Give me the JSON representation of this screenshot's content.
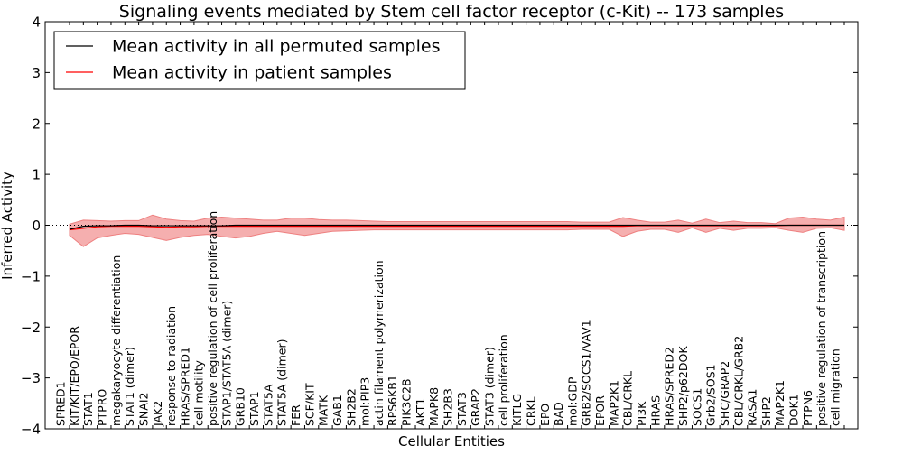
{
  "chart_data": {
    "type": "line",
    "title": "Signaling events mediated by Stem cell factor receptor (c-Kit) -- 173 samples",
    "xlabel": "Cellular Entities",
    "ylabel": "Inferred Activity",
    "ylim": [
      -4,
      4
    ],
    "yticks": [
      -4,
      -3,
      -2,
      -1,
      0,
      1,
      2,
      3,
      4
    ],
    "ytick_labels": [
      "−4",
      "−3",
      "−2",
      "−1",
      "0",
      "1",
      "2",
      "3",
      "4"
    ],
    "grid": false,
    "legend_position": "top-left",
    "categories": [
      "SPRED1",
      "KIT/KIT/EPO/EPOR",
      "STAT1",
      "PTPRO",
      "megakaryocyte differentiation",
      "STAT1 (dimer)",
      "SNAI2",
      "JAK2",
      "response to radiation",
      "HRAS/SPRED1",
      "cell motility",
      "positive regulation of cell proliferation",
      "STAP1/STAT5A (dimer)",
      "GRB10",
      "STAP1",
      "STAT5A",
      "STAT5A (dimer)",
      "FER",
      "SCF/KIT",
      "MATK",
      "GAB1",
      "SH2B2",
      "mol:PIP3",
      "actin filament polymerization",
      "RPS6KB1",
      "PIK3C2B",
      "AKT1",
      "MAPK8",
      "SH2B3",
      "STAT3",
      "GRAP2",
      "STAT3 (dimer)",
      "cell proliferation",
      "KITLG",
      "CRKL",
      "EPO",
      "BAD",
      "mol:GDP",
      "GRB2/SOCS1/VAV1",
      "EPOR",
      "MAP2K1",
      "CBL/CRKL",
      "PI3K",
      "HRAS",
      "HRAS/SPRED2",
      "SHP2/p62DOK",
      "SOCS1",
      "Grb2/SOS1",
      "SHC/GRAP2",
      "CBL/CRKL/GRB2",
      "RASA1",
      "SHP2",
      "MAP2K1",
      "DOK1",
      "PTPN6",
      "positive regulation of transcription",
      "cell migration"
    ],
    "series": [
      {
        "name": "Mean activity in all permuted samples",
        "color": "#000000",
        "values": [
          -0.08,
          -0.02,
          -0.01,
          -0.01,
          0,
          0,
          -0.01,
          -0.01,
          -0.01,
          -0.01,
          -0.01,
          -0.01,
          0,
          0,
          0,
          0,
          0,
          0,
          0,
          0,
          0,
          0,
          0,
          0,
          0,
          0,
          0,
          0,
          0,
          0,
          0,
          0,
          0,
          0,
          0,
          0,
          0,
          0,
          0,
          0,
          0,
          0,
          0,
          0,
          0,
          0,
          0,
          0,
          0,
          0,
          0,
          0,
          0,
          0,
          0,
          0,
          0
        ]
      },
      {
        "name": "Mean activity in patient samples",
        "color": "#ff0000",
        "band_color": "#f4a6a6",
        "values": [
          -0.09,
          -0.06,
          -0.03,
          -0.02,
          -0.02,
          -0.02,
          -0.03,
          -0.04,
          -0.03,
          -0.03,
          -0.02,
          -0.02,
          -0.02,
          -0.02,
          -0.02,
          -0.02,
          -0.02,
          -0.02,
          -0.02,
          -0.02,
          -0.02,
          -0.02,
          -0.02,
          -0.02,
          -0.02,
          -0.02,
          -0.02,
          -0.02,
          -0.02,
          -0.02,
          -0.02,
          -0.02,
          -0.02,
          -0.02,
          -0.02,
          -0.02,
          -0.02,
          -0.02,
          -0.02,
          -0.02,
          -0.02,
          -0.01,
          -0.01,
          -0.01,
          -0.01,
          -0.01,
          -0.01,
          -0.01,
          -0.01,
          -0.01,
          -0.01,
          -0.01,
          0,
          0,
          0,
          0,
          0
        ],
        "upper": [
          0.02,
          0.1,
          0.09,
          0.08,
          0.09,
          0.09,
          0.2,
          0.12,
          0.09,
          0.08,
          0.14,
          0.16,
          0.14,
          0.12,
          0.1,
          0.1,
          0.14,
          0.14,
          0.11,
          0.1,
          0.1,
          0.09,
          0.08,
          0.07,
          0.07,
          0.07,
          0.07,
          0.07,
          0.07,
          0.07,
          0.07,
          0.07,
          0.07,
          0.07,
          0.07,
          0.07,
          0.07,
          0.06,
          0.06,
          0.06,
          0.15,
          0.1,
          0.06,
          0.06,
          0.1,
          0.04,
          0.12,
          0.05,
          0.08,
          0.05,
          0.05,
          0.03,
          0.14,
          0.16,
          0.12,
          0.1,
          0.16
        ],
        "lower": [
          -0.2,
          -0.42,
          -0.25,
          -0.2,
          -0.16,
          -0.18,
          -0.24,
          -0.3,
          -0.24,
          -0.2,
          -0.18,
          -0.22,
          -0.25,
          -0.22,
          -0.16,
          -0.12,
          -0.16,
          -0.2,
          -0.16,
          -0.12,
          -0.11,
          -0.1,
          -0.09,
          -0.09,
          -0.09,
          -0.09,
          -0.09,
          -0.09,
          -0.09,
          -0.09,
          -0.09,
          -0.09,
          -0.09,
          -0.09,
          -0.09,
          -0.09,
          -0.09,
          -0.08,
          -0.08,
          -0.08,
          -0.22,
          -0.12,
          -0.08,
          -0.08,
          -0.14,
          -0.05,
          -0.14,
          -0.06,
          -0.1,
          -0.06,
          -0.06,
          -0.05,
          -0.1,
          -0.14,
          -0.06,
          -0.05,
          -0.1
        ]
      }
    ],
    "reference_line": 0
  }
}
